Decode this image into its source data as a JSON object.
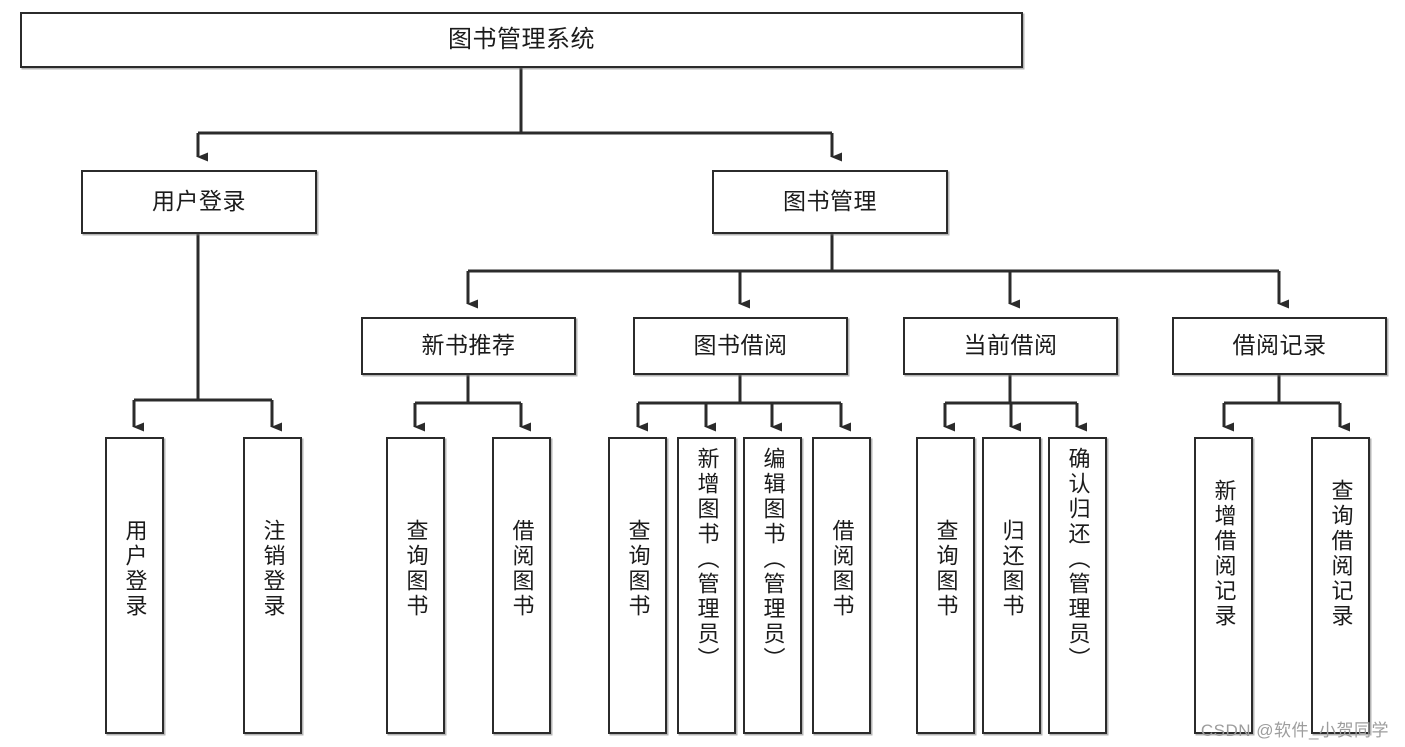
{
  "diagram": {
    "title": "图书管理系统",
    "type": "hierarchy-tree",
    "watermark": "CSDN @软件_小贺同学",
    "colors": {
      "box_border": "#2b2b2b",
      "box_fill": "#ffffff",
      "edge": "#2b2b2b",
      "text": "#1b1b1b",
      "watermark": "#9d9d9d"
    },
    "levels": [
      {
        "level": 1,
        "nodes": [
          {
            "id": "root",
            "label": "图书管理系统",
            "orientation": "horizontal"
          }
        ]
      },
      {
        "level": 2,
        "nodes": [
          {
            "id": "user-login",
            "label": "用户登录",
            "orientation": "horizontal",
            "parent": "root"
          },
          {
            "id": "book-manage",
            "label": "图书管理",
            "orientation": "horizontal",
            "parent": "root"
          }
        ]
      },
      {
        "level": 3,
        "nodes": [
          {
            "id": "new-book-rec",
            "label": "新书推荐",
            "orientation": "horizontal",
            "parent": "book-manage"
          },
          {
            "id": "book-borrow",
            "label": "图书借阅",
            "orientation": "horizontal",
            "parent": "book-manage"
          },
          {
            "id": "current-borrow",
            "label": "当前借阅",
            "orientation": "horizontal",
            "parent": "book-manage"
          },
          {
            "id": "borrow-record",
            "label": "借阅记录",
            "orientation": "horizontal",
            "parent": "book-manage"
          }
        ]
      },
      {
        "level": 4,
        "nodes": [
          {
            "id": "leaf-user-login",
            "label": "用户登录",
            "orientation": "vertical",
            "parent": "user-login"
          },
          {
            "id": "leaf-logout",
            "label": "注销登录",
            "orientation": "vertical",
            "parent": "user-login"
          },
          {
            "id": "leaf-query-book-1",
            "label": "查询图书",
            "orientation": "vertical",
            "parent": "new-book-rec"
          },
          {
            "id": "leaf-borrow-book-1",
            "label": "借阅图书",
            "orientation": "vertical",
            "parent": "new-book-rec"
          },
          {
            "id": "leaf-query-book-2",
            "label": "查询图书",
            "orientation": "vertical",
            "parent": "book-borrow"
          },
          {
            "id": "leaf-add-book",
            "label": "新增图书（管理员）",
            "orientation": "vertical",
            "parent": "book-borrow"
          },
          {
            "id": "leaf-edit-book",
            "label": "编辑图书（管理员）",
            "orientation": "vertical",
            "parent": "book-borrow"
          },
          {
            "id": "leaf-borrow-book-2",
            "label": "借阅图书",
            "orientation": "vertical",
            "parent": "book-borrow"
          },
          {
            "id": "leaf-query-book-3",
            "label": "查询图书",
            "orientation": "vertical",
            "parent": "current-borrow"
          },
          {
            "id": "leaf-return-book",
            "label": "归还图书",
            "orientation": "vertical",
            "parent": "current-borrow"
          },
          {
            "id": "leaf-confirm-return",
            "label": "确认归还（管理员）",
            "orientation": "vertical",
            "parent": "current-borrow"
          },
          {
            "id": "leaf-add-record",
            "label": "新增借阅记录",
            "orientation": "vertical",
            "parent": "borrow-record"
          },
          {
            "id": "leaf-query-record",
            "label": "查询借阅记录",
            "orientation": "vertical",
            "parent": "borrow-record"
          }
        ]
      }
    ]
  }
}
